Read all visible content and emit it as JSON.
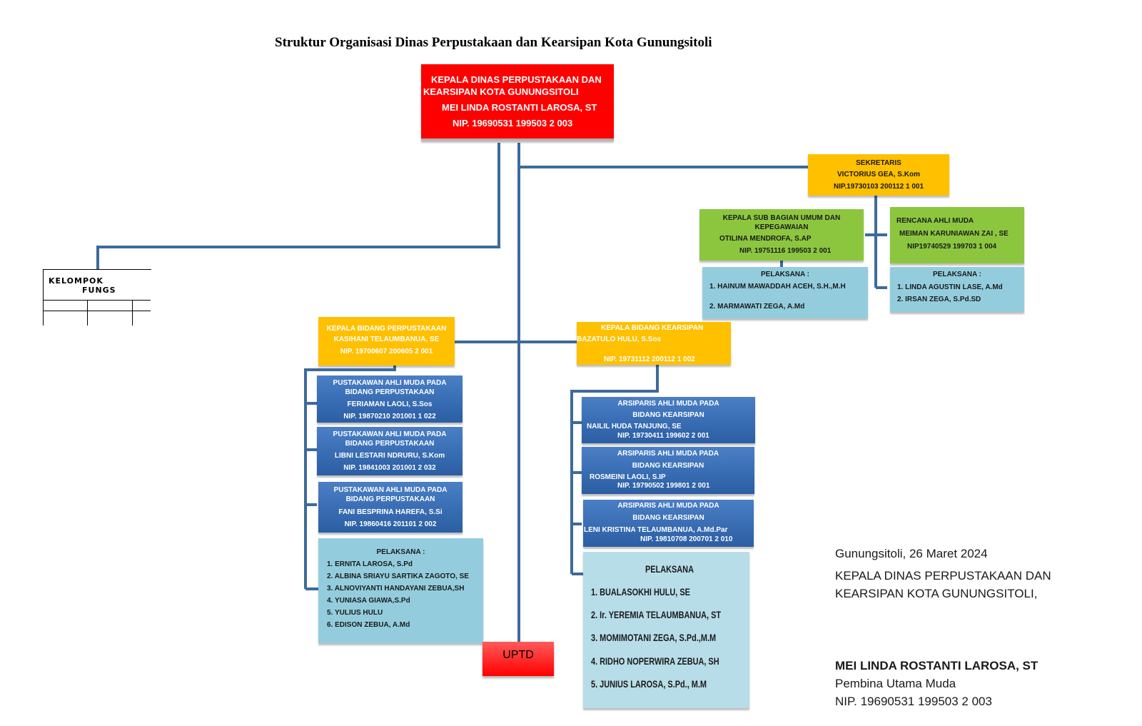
{
  "title": "Struktur Organisasi Dinas Perpustakaan dan Kearsipan Kota Gunungsitoli",
  "head": {
    "line1": "KEPALA DINAS  PERPUSTAKAAN DAN",
    "line2": "KEARSIPAN KOTA GUNUNGSITOLI",
    "name": "MEI LINDA ROSTANTI LAROSA, ST",
    "nip": "NIP. 19690531 199503 2 003"
  },
  "kelompok": {
    "line1": "KELOMPOK",
    "line2": "FUNGS"
  },
  "sekretaris": {
    "title": "SEKRETARIS",
    "name": "VICTORIUS GEA, S.Kom",
    "nip": "NIP.19730103 200112 1 001"
  },
  "subbag": {
    "line1": "KEPALA SUB BAGIAN UMUM DAN",
    "line2": "KEPEGAWAIAN",
    "name": "OTILINA MENDROFA, S.AP",
    "nip": "NIP. 19751116 199503 2 001"
  },
  "rencana": {
    "title": "RENCANA AHLI MUDA",
    "name": "MEIMAN KARUNIAWAN ZAI , SE",
    "nip": "NIP19740529  199703 1 004"
  },
  "pelaksana_subbag": {
    "title": "PELAKSANA :",
    "items": [
      "1. HAINUM MAWADDAH ACEH, S.H.,M.H",
      "2. MARMAWATI ZEGA, A.Md"
    ]
  },
  "pelaksana_rencana": {
    "title": "PELAKSANA :",
    "items": [
      "1. LINDA AGUSTIN LASE, A.Md",
      "2. IRSAN ZEGA, S.Pd.SD"
    ]
  },
  "bidang_perpustakaan": {
    "line1": "KEPALA BIDANG PERPUSTAKAAN",
    "name": "KASIHANI TELAUMBANUA, SE",
    "nip": "NIP. 19700607 200605 2 001"
  },
  "bidang_kearsipan": {
    "line1": "KEPALA BIDANG KEARSIPAN",
    "name": "BAZATULO HULU, S.Sos",
    "nip": "NIP. 19731112 200112 1 002"
  },
  "pustakawan": [
    {
      "line1": "PUSTAKAWAN AHLI MUDA PADA",
      "line2": "BIDANG PERPUSTAKAAN",
      "name": "FERIAMAN LAOLI, S.Sos",
      "nip": "NIP. 19870210 201001 1 022"
    },
    {
      "line1": "PUSTAKAWAN AHLI MUDA PADA",
      "line2": "BIDANG PERPUSTAKAAN",
      "name": "LIBNI LESTARI NDRURU, S.Kom",
      "nip": "NIP. 19841003 201001 2 032"
    },
    {
      "line1": "PUSTAKAWAN AHLI MUDA PADA",
      "line2": "BIDANG PERPUSTAKAAN",
      "name": "FANI BESPRINA HAREFA, S.Si",
      "nip": "NIP.  19860416 201101 2 002"
    }
  ],
  "pelaksana_perpustakaan": {
    "title": "PELAKSANA :",
    "items": [
      "1. ERNITA LAROSA, S.Pd",
      "2. ALBINA SRIAYU SARTIKA ZAGOTO, SE",
      "3. ALNOVIYANTI HANDAYANI ZEBUA,SH",
      "4. YUNIASA GIAWA,S.Pd",
      "5. YULIUS HULU",
      "6. EDISON ZEBUA, A.Md"
    ]
  },
  "arsiparis": [
    {
      "line1": "ARSIPARIS AHLI MUDA PADA",
      "line2": "BIDANG KEARSIPAN",
      "name": "NAILIL HUDA TANJUNG, SE",
      "nip": "NIP. 19730411 199602 2 001"
    },
    {
      "line1": "ARSIPARIS AHLI MUDA PADA",
      "line2": "BIDANG KEARSIPAN",
      "name": "ROSMEINI LAOLI, S.IP",
      "nip": "NIP. 19790502 199801 2 001"
    },
    {
      "line1": "ARSIPARIS AHLI MUDA PADA",
      "line2": "BIDANG KEARSIPAN",
      "name": "LENI KRISTINA TELAUMBANUA, A.Md.Par",
      "nip": "NIP. 19810708 200701 2 010"
    }
  ],
  "pelaksana_kearsipan": {
    "title": "PELAKSANA",
    "items": [
      "1. BUALASOKHI HULU, SE",
      "2. Ir. YEREMIA TELAUMBANUA, ST",
      "3. MOMIMOTANI ZEGA, S.Pd.,M.M",
      "4. RIDHO NOPERWIRA ZEBUA, SH",
      "5. JUNIUS LAROSA, S.Pd., M.M"
    ]
  },
  "uptd": "UPTD",
  "signature": {
    "place_date": "Gunungsitoli, 26 Maret 2024",
    "line1": "KEPALA DINAS PERPUSTAKAAN DAN",
    "line2": "KEARSIPAN KOTA GUNUNGSITOLI,",
    "name": "MEI LINDA ROSTANTI LAROSA, ST",
    "rank": "Pembina Utama Muda",
    "nip": "NIP. 19690531 199503 2 003"
  },
  "colors": {
    "connector": "#3d6a9a",
    "head": "#ff0000",
    "yellow": "#ffc000",
    "green": "#8cc63f",
    "blue": "#2b5ea3",
    "lightblue": "#93cddd"
  }
}
